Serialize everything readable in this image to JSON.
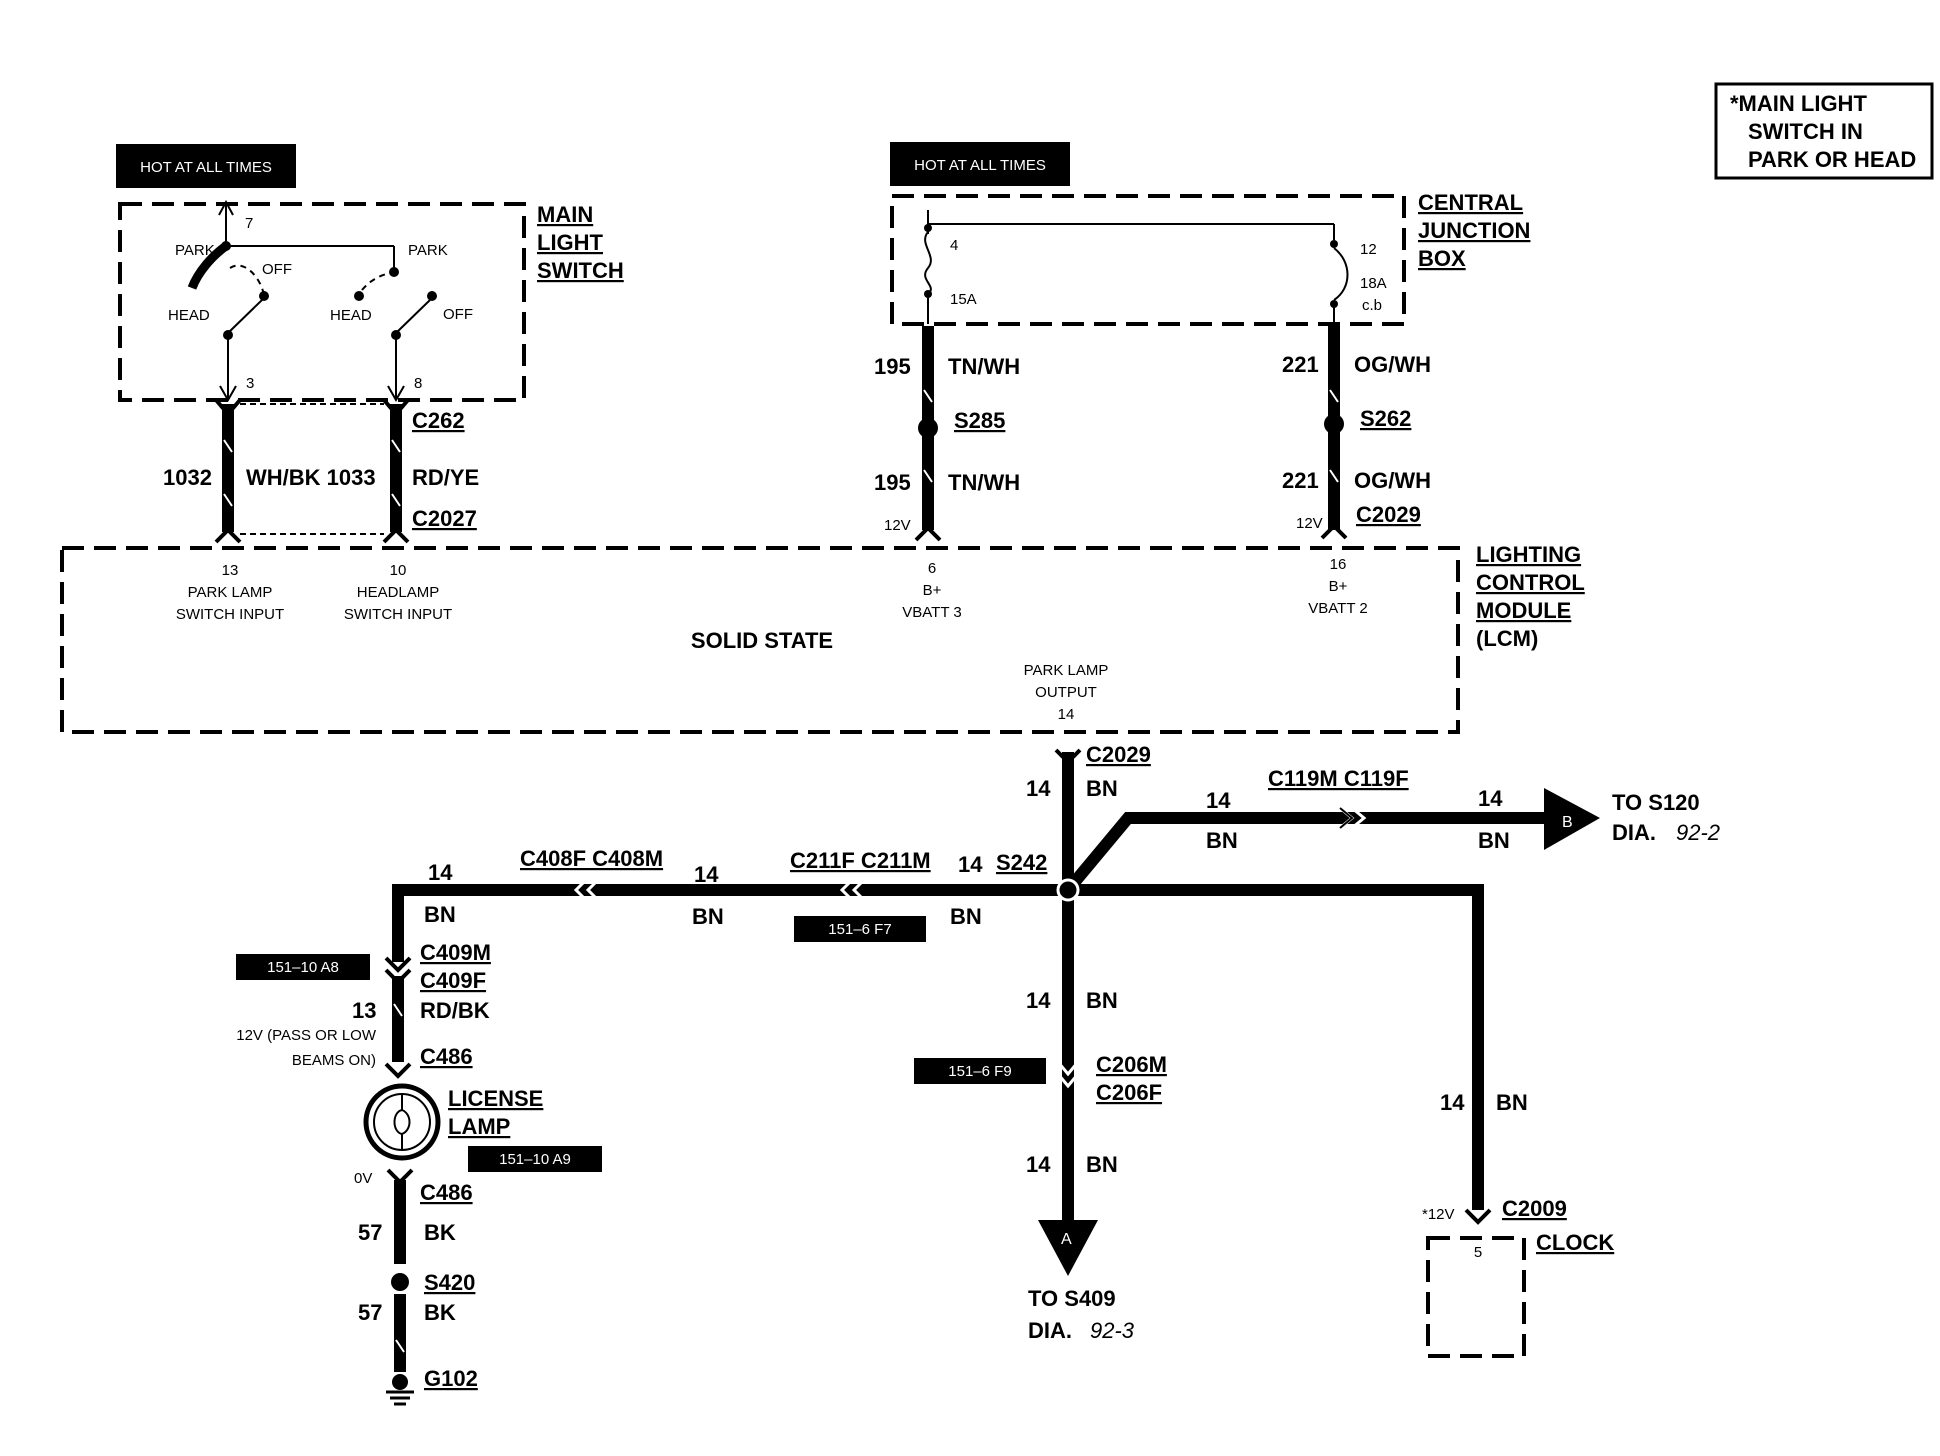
{
  "note": {
    "lines": [
      "*MAIN LIGHT",
      "SWITCH IN",
      "PARK OR HEAD"
    ]
  },
  "hot_at_all_times": "HOT AT ALL TIMES",
  "main_light_switch": {
    "title_lines": [
      "MAIN",
      "LIGHT",
      "SWITCH"
    ],
    "park": "PARK",
    "off": "OFF",
    "head": "HEAD",
    "pin_feed": "7",
    "pin_park_out": "3",
    "pin_head_out": "8"
  },
  "central_junction_box": {
    "title_lines": [
      "CENTRAL",
      "JUNCTION",
      "BOX"
    ],
    "pin_a": "4",
    "fuse_a": "15A",
    "pin_b": "12",
    "fuse_b": "18A",
    "fuse_b_type": "c.b"
  },
  "lcm": {
    "title_lines": [
      "LIGHTING",
      "CONTROL",
      "MODULE",
      "(LCM)"
    ],
    "solid_state": "SOLID STATE",
    "inputs": [
      {
        "pin": "13",
        "lines": [
          "PARK LAMP",
          "SWITCH INPUT"
        ]
      },
      {
        "pin": "10",
        "lines": [
          "HEADLAMP",
          "SWITCH INPUT"
        ]
      },
      {
        "pin": "6",
        "lines": [
          "B+",
          "VBATT 3"
        ]
      },
      {
        "pin": "16",
        "lines": [
          "B+",
          "VBATT 2"
        ]
      }
    ],
    "output": {
      "lines": [
        "PARK LAMP",
        "OUTPUT"
      ],
      "pin": "14"
    }
  },
  "wires": {
    "w1032": "1032",
    "wh_bk_1033": "WH/BK 1033",
    "rd_ye": "RD/YE",
    "c262": "C262",
    "c2027": "C2027",
    "n195": "195",
    "tn_wh": "TN/WH",
    "s285": "S285",
    "n221": "221",
    "og_wh": "OG/WH",
    "s262": "S262",
    "c2029": "C2029",
    "v12": "12V",
    "n14": "14",
    "bn": "BN",
    "c119": "C119M C119F",
    "to_s120": "TO S120",
    "dia": "DIA.",
    "dia_922": "92-2",
    "s242": "S242",
    "c211": "C211F C211M",
    "c408": "C408F C408M",
    "c409m": "C409M",
    "c409f": "C409F",
    "n13": "13",
    "rd_bk": "RD/BK",
    "pass_low_1": "12V (PASS OR LOW",
    "pass_low_2": "BEAMS ON)",
    "c486": "C486",
    "license_1": "LICENSE",
    "license_2": "LAMP",
    "v0": "0V",
    "n57": "57",
    "bk": "BK",
    "s420": "S420",
    "g102": "G102",
    "c206m": "C206M",
    "c206f": "C206F",
    "to_s409": "TO S409",
    "dia_923": "92-3",
    "v12star": "*12V",
    "c2009": "C2009",
    "clock": "CLOCK",
    "clock_pin": "5",
    "conn_a": "A",
    "conn_b": "B"
  },
  "tags": {
    "t151_10_a8": "151–10 A8",
    "t151_6_f7": "151–6 F7",
    "t151_6_f9": "151–6 F9",
    "t151_10_a9": "151–10 A9"
  }
}
